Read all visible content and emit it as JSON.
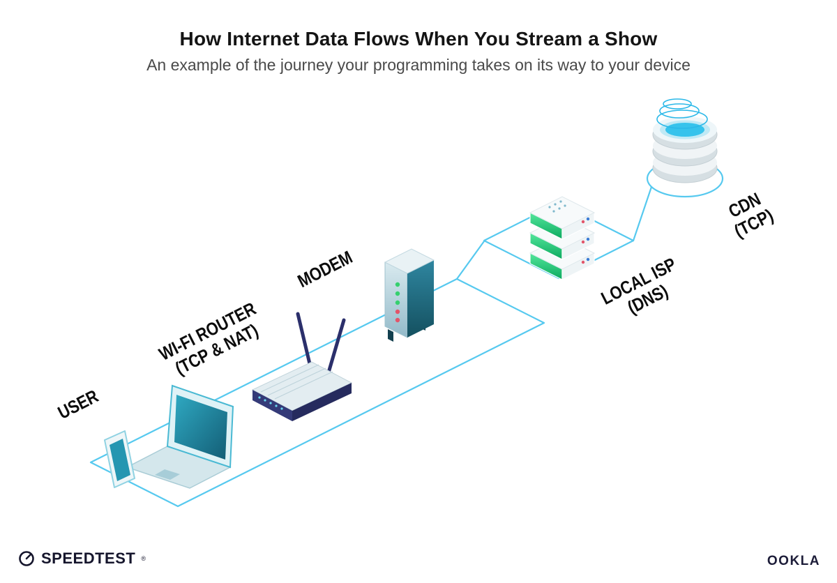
{
  "header": {
    "title": "How Internet Data Flows When You Stream a Show",
    "subtitle": "An example of the journey your programming takes on its way to your device"
  },
  "nodes": [
    {
      "id": "user",
      "label": "USER",
      "sublabel": ""
    },
    {
      "id": "router",
      "label": "WI-FI ROUTER",
      "sublabel": "(TCP & NAT)"
    },
    {
      "id": "modem",
      "label": "MODEM",
      "sublabel": ""
    },
    {
      "id": "isp",
      "label": "LOCAL ISP",
      "sublabel": "(DNS)"
    },
    {
      "id": "cdn",
      "label": "CDN",
      "sublabel": "(TCP)"
    }
  ],
  "footer": {
    "speedtest_label": "SPEEDTEST",
    "speedtest_mark": "®",
    "ookla_label": "OOKLA"
  },
  "colors": {
    "connector": "#56c9ef",
    "accent_teal": "#1d7f96",
    "router_navy": "#2b2f6b",
    "server_green": "#2ecf7f",
    "cdn_cyan": "#36c3ec",
    "label_black": "#0c0c0c"
  }
}
